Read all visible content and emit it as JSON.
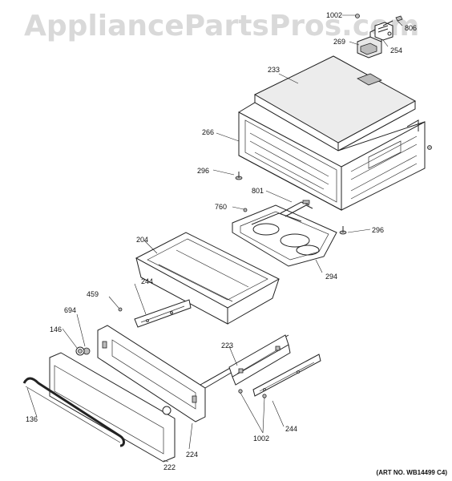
{
  "watermark": "AppliancePartsPros.com",
  "art_number": "(ART NO. WB14499 C4)",
  "callouts": {
    "c1002_top": "1002",
    "c806": "806",
    "c269": "269",
    "c254": "254",
    "c233": "233",
    "c266": "266",
    "c296_left": "296",
    "c801": "801",
    "c760": "760",
    "c296_right": "296",
    "c204": "204",
    "c294": "294",
    "c244_top": "244",
    "c459": "459",
    "c694": "694",
    "c146": "146",
    "c223": "223",
    "c136": "136",
    "c224": "224",
    "c1002_bottom": "1002",
    "c244_bottom": "244",
    "c222": "222"
  }
}
